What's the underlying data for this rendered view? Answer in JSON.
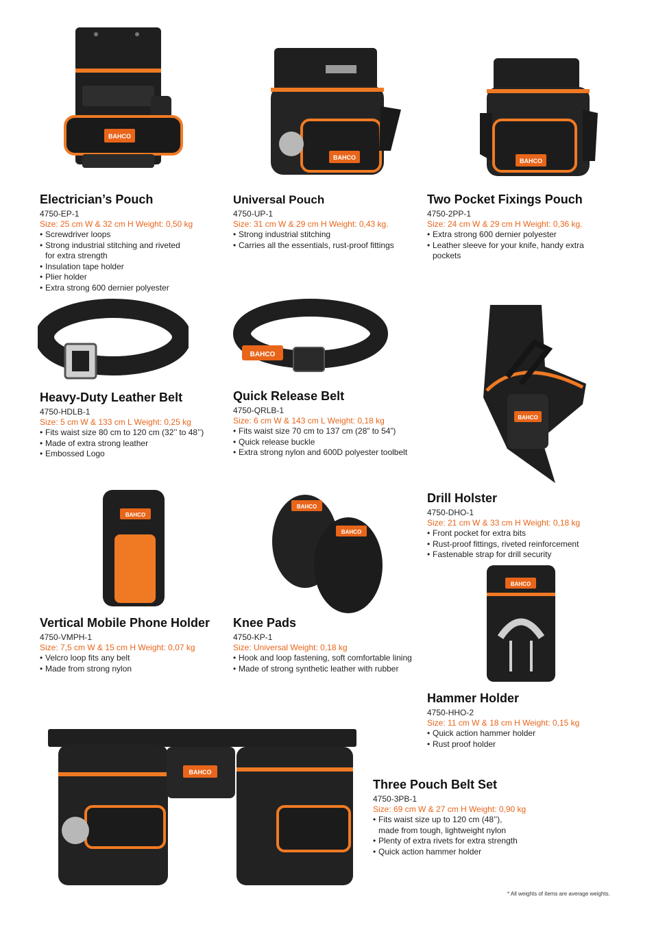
{
  "colors": {
    "accent": "#e8651a",
    "bag_body": "#1f1f1f",
    "bag_panel": "#2e2e2e",
    "trim": "#f07a24"
  },
  "products": {
    "electrician": {
      "title": "Electrician’s Pouch",
      "code": "4750-EP-1",
      "size": "Size: 25 cm W & 32 cm H Weight: 0,50 kg",
      "features": [
        "Screwdriver loops",
        "Strong industrial stitching and riveted for extra strength",
        "Insulation tape holder",
        "Plier holder",
        "Extra strong 600 dernier polyester"
      ]
    },
    "universal": {
      "title": "Universal Pouch",
      "code": "4750-UP-1",
      "size": "Size: 31 cm W & 29 cm H Weight: 0,43 kg.",
      "features": [
        "Strong industrial stitching",
        "Carries all the essentials, rust-proof fittings"
      ]
    },
    "twopocket": {
      "title": "Two Pocket Fixings Pouch",
      "code": "4750-2PP-1",
      "size": "Size: 24 cm W & 29 cm H Weight: 0,36 kg.",
      "features": [
        "Extra strong 600 dernier polyester",
        "Leather sleeve for your knife, handy extra pockets"
      ]
    },
    "leatherbelt": {
      "title": "Heavy-Duty Leather Belt",
      "code": "4750-HDLB-1",
      "size": "Size: 5 cm W & 133 cm L Weight: 0,25 kg",
      "features": [
        "Fits waist size 80 cm to 120 cm (32’’ to 48’’)",
        "Made of extra strong leather",
        "Embossed Logo"
      ]
    },
    "quickbelt": {
      "title": "Quick Release Belt",
      "code": "4750-QRLB-1",
      "size": "Size: 6 cm W & 143 cm L Weight: 0,18 kg",
      "features": [
        "Fits waist size 70 cm to 137 cm (28” to 54”)",
        "Quick release buckle",
        "Extra strong nylon and 600D polyester toolbelt"
      ]
    },
    "drill": {
      "title": "Drill Holster",
      "code": "4750-DHO-1",
      "size": "Size: 21 cm W & 33 cm H  Weight: 0,18 kg",
      "features": [
        "Front pocket for extra bits",
        "Rust-proof fittings, riveted reinforcement",
        "Fastenable strap for drill security"
      ]
    },
    "phone": {
      "title": "Vertical Mobile Phone Holder",
      "code": "4750-VMPH-1",
      "size": "Size: 7,5 cm W & 15 cm H Weight: 0,07 kg",
      "features": [
        "Velcro loop fits any belt",
        "Made from strong nylon"
      ]
    },
    "knee": {
      "title": "Knee Pads",
      "code": "4750-KP-1",
      "size": "Size: Universal Weight: 0,18 kg",
      "features": [
        "Hook and loop fastening, soft comfortable lining",
        "Made of strong synthetic leather with rubber"
      ]
    },
    "hammer": {
      "title": "Hammer Holder",
      "code": "4750-HHO-2",
      "size": "Size: 11 cm W & 18 cm H Weight: 0,15 kg",
      "features": [
        "Quick action hammer holder",
        "Rust proof holder"
      ]
    },
    "beltset": {
      "title": "Three Pouch Belt Set",
      "code": "4750-3PB-1",
      "size": "Size: 69 cm W  & 27 cm H  Weight: 0,90 kg",
      "features": [
        "Fits waist size up to 120 cm (48’’), made from tough, lightweight nylon",
        "Plenty of extra rivets for extra strength",
        "Quick action hammer holder"
      ]
    }
  },
  "brand_logo": "BAHCO",
  "footnote": "* All weights of items are average weights."
}
